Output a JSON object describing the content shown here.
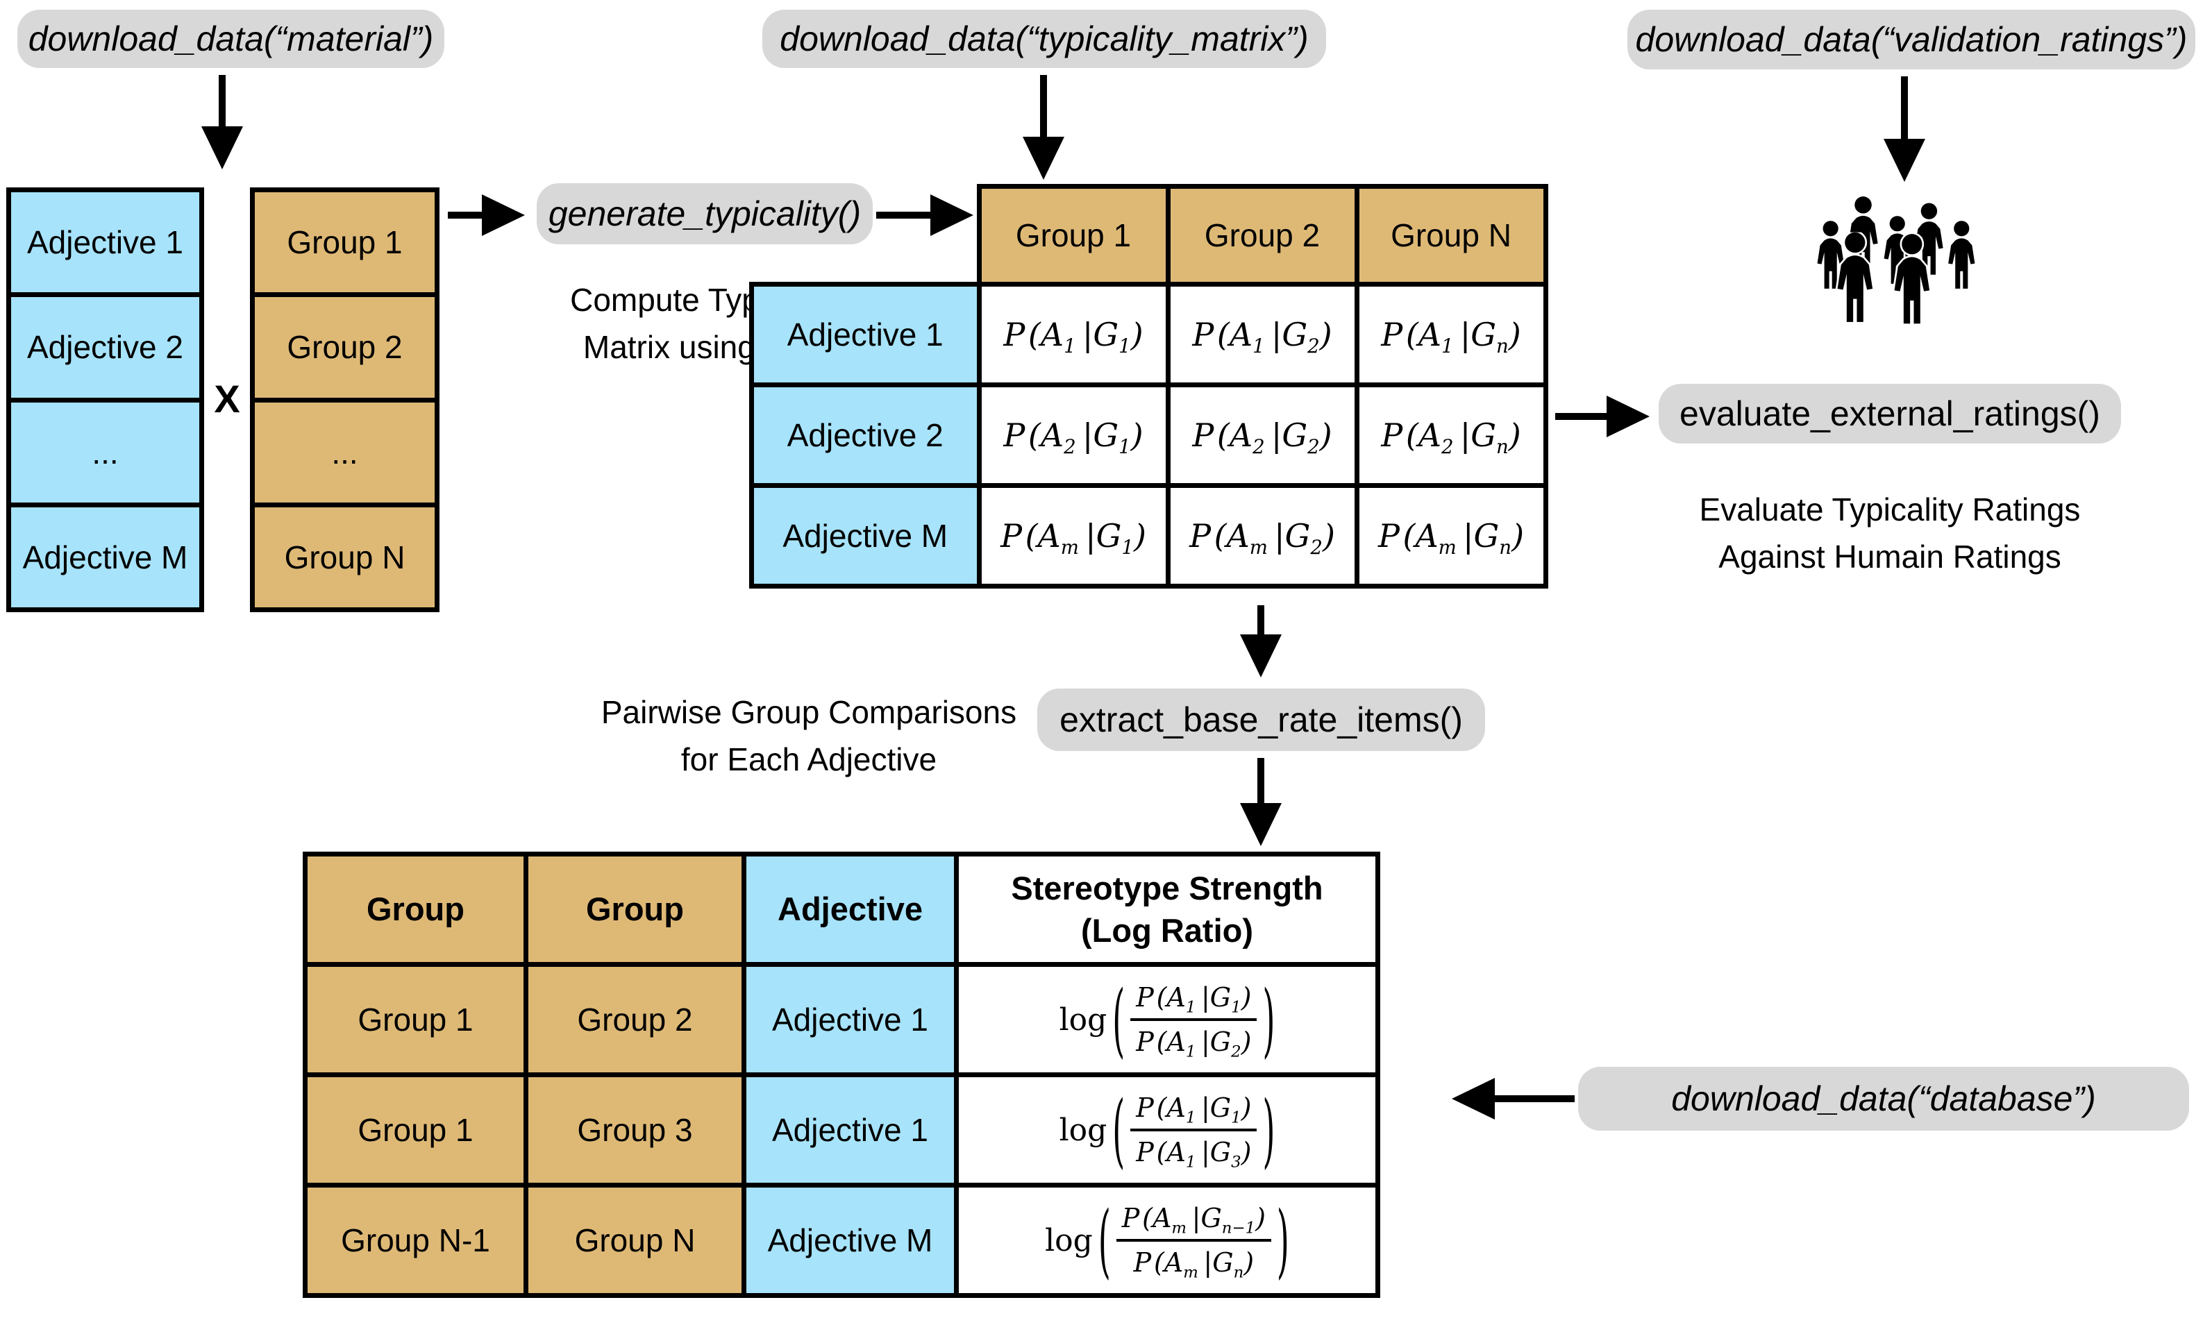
{
  "pills": {
    "material": "download_data(“material”)",
    "typicality_matrix": "download_data(“typicality_matrix”)",
    "validation_ratings": "download_data(“validation_ratings”)",
    "generate_typicality": "generate_typicality()",
    "evaluate_external_ratings": "evaluate_external_ratings()",
    "extract_base_rate_items": "extract_base_rate_items()",
    "database": "download_data(“database”)"
  },
  "captions": {
    "compute": {
      "line1": "Compute Typicality",
      "line2": "Matrix using LLM"
    },
    "pairwise": {
      "line1": "Pairwise Group Comparisons",
      "line2": "for Each Adjective"
    },
    "evaluate": {
      "line1": "Evaluate Typicality Ratings",
      "line2": "Against Humain Ratings"
    }
  },
  "operator": {
    "cross": "X"
  },
  "adjective_column": {
    "items": [
      "Adjective 1",
      "Adjective 2",
      "...",
      "Adjective M"
    ]
  },
  "group_column": {
    "items": [
      "Group 1",
      "Group 2",
      "...",
      "Group N"
    ]
  },
  "matrix": {
    "col_headers": [
      "Group 1",
      "Group 2",
      "Group N"
    ],
    "row_headers": [
      "Adjective 1",
      "Adjective 2",
      "Adjective M"
    ],
    "cells_html": [
      [
        "P&#8202;(A<sub>1</sub>&#8201;|G<sub>1</sub>)",
        "P&#8202;(A<sub>1</sub>&#8201;|G<sub>2</sub>)",
        "P&#8202;(A<sub>1</sub>&#8201;|G<sub>n</sub>)"
      ],
      [
        "P&#8202;(A<sub>2</sub>&#8201;|G<sub>1</sub>)",
        "P&#8202;(A<sub>2</sub>&#8201;|G<sub>2</sub>)",
        "P&#8202;(A<sub>2</sub>&#8201;|G<sub>n</sub>)"
      ],
      [
        "P&#8202;(A<sub>m</sub>&#8201;|G<sub>1</sub>)",
        "P&#8202;(A<sub>m</sub>&#8201;|G<sub>2</sub>)",
        "P&#8202;(A<sub>m</sub>&#8201;|G<sub>n</sub>)"
      ]
    ]
  },
  "base_rate_table": {
    "headers": [
      "Group",
      "Group",
      "Adjective"
    ],
    "header_strength": {
      "line1": "Stereotype Strength",
      "line2": "(Log Ratio)"
    },
    "rows": [
      {
        "group_a": "Group 1",
        "group_b": "Group 2",
        "adjective": "Adjective 1",
        "log": "log",
        "num_html": "P&#8202;(A<sub>1</sub>&#8201;|G<sub>1</sub>)",
        "den_html": "P&#8202;(A<sub>1</sub>&#8201;|G<sub>2</sub>)"
      },
      {
        "group_a": "Group 1",
        "group_b": "Group 3",
        "adjective": "Adjective 1",
        "log": "log",
        "num_html": "P&#8202;(A<sub>1</sub>&#8201;|G<sub>1</sub>)",
        "den_html": "P&#8202;(A<sub>1</sub>&#8201;|G<sub>3</sub>)"
      },
      {
        "group_a": "Group N-1",
        "group_b": "Group N",
        "adjective": "Adjective M",
        "log": "log",
        "num_html": "P&#8202;(A<sub>m</sub>&#8201;|G<sub>n&#8722;1</sub>)",
        "den_html": "P&#8202;(A<sub>m</sub>&#8201;|G<sub>n</sub>)"
      }
    ]
  },
  "icons": {
    "crowd": "crowd-icon"
  },
  "colors": {
    "adjective_fill": "#a7e3fa",
    "group_fill": "#deb976",
    "pill_fill": "#d8d8d8",
    "ink": "#000000",
    "background": "#ffffff"
  }
}
